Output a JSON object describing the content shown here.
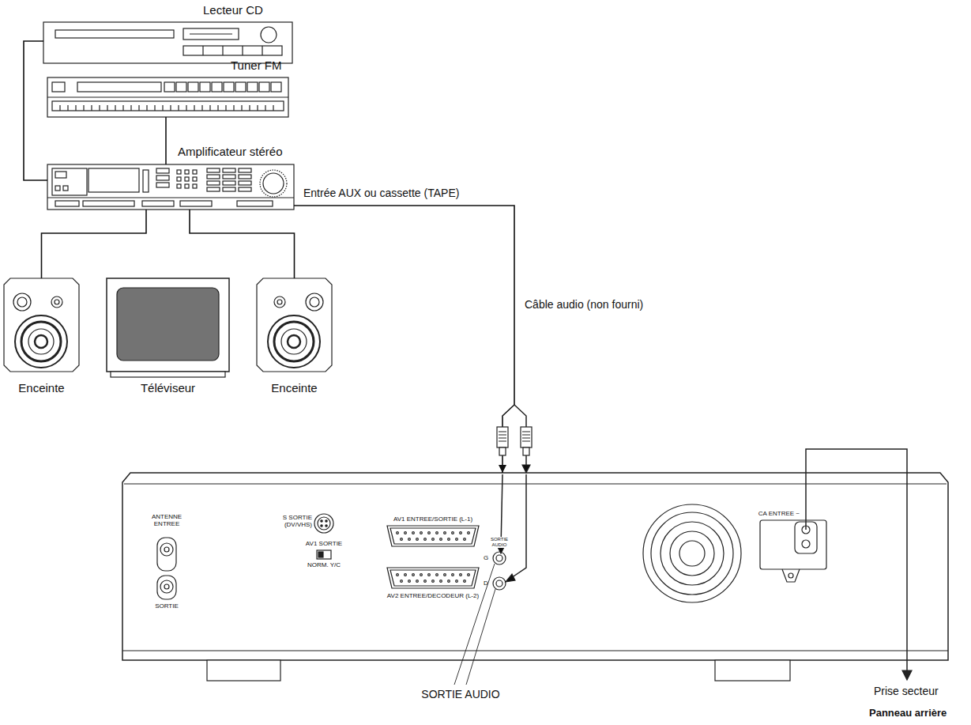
{
  "diagram": {
    "nodes": [
      {
        "text": [
          "Lecteur CD"
        ]
      },
      {
        "text": [
          "Tuner FM"
        ]
      },
      {
        "text": [
          "Amplificateur stéréo"
        ]
      },
      {
        "text": [
          "Enceinte"
        ]
      },
      {
        "text": [
          "Téléviseur"
        ]
      },
      {
        "text": [
          "Enceinte"
        ]
      },
      {
        "text": [
          "Panneau arrière"
        ]
      }
    ],
    "edges": [
      {
        "from": 0,
        "to": 2,
        "arrow": "none"
      },
      {
        "from": 1,
        "to": 2,
        "arrow": "none"
      },
      {
        "from": 2,
        "to": 3,
        "arrow": "none"
      },
      {
        "from": 2,
        "to": 5,
        "arrow": "none"
      },
      {
        "from": 2,
        "to": 6,
        "label": "Câble audio (non fourni)",
        "arrow": "to"
      }
    ],
    "labels": [
      "Entrée AUX ou cassette (TAPE)",
      "ANTENNE ENTREE",
      "SORTIE",
      "S SORTIE (DV/VHS)",
      "AV1 SORTIE",
      "NORM. Y/C",
      "AV1 ENTREE/SORTIE (L-1)",
      "AV2 ENTREE/DECODEUR (L-2)",
      "SORTIE AUDIO",
      "G",
      "D",
      "CA ENTREE ~",
      "Prise secteur",
      "SORTIE AUDIO"
    ]
  }
}
